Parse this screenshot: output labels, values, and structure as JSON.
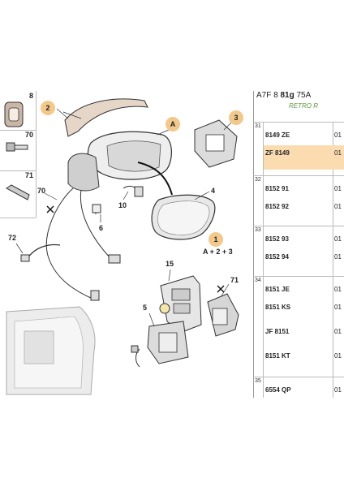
{
  "header": {
    "code1": "A7F",
    "code2": "8",
    "code3": "81g",
    "code4": "75A",
    "section": "RETRO R"
  },
  "thumbnails": [
    "8",
    "70",
    "71"
  ],
  "callouts": [
    "2",
    "A",
    "3",
    "1"
  ],
  "labels": [
    "4",
    "70",
    "10",
    "6",
    "72",
    "15",
    "71",
    "5"
  ],
  "formula": "A + 2 + 3",
  "groups": [
    {
      "num": "31"
    },
    {
      "num": "32"
    },
    {
      "num": "33"
    },
    {
      "num": "34"
    },
    {
      "num": "35"
    }
  ],
  "refs": [
    {
      "code": "8149 ZE",
      "qty": "01"
    },
    {
      "code": "ZF 8149",
      "qty": "01"
    },
    {
      "code": "8152 91",
      "qty": "01"
    },
    {
      "code": "8152 92",
      "qty": "01"
    },
    {
      "code": "8152 93",
      "qty": "01"
    },
    {
      "code": "8152 94",
      "qty": "01"
    },
    {
      "code": "8151 JE",
      "qty": "01"
    },
    {
      "code": "8151 KS",
      "qty": "01"
    },
    {
      "code": "JF 8151",
      "qty": "01"
    },
    {
      "code": "8151 KT",
      "qty": "01"
    },
    {
      "code": "6554 QP",
      "qty": "01"
    }
  ],
  "colors": {
    "callout": "#f3c98b",
    "highlight_row": "#fbdcb1",
    "section_title": "#5a9a3c"
  }
}
